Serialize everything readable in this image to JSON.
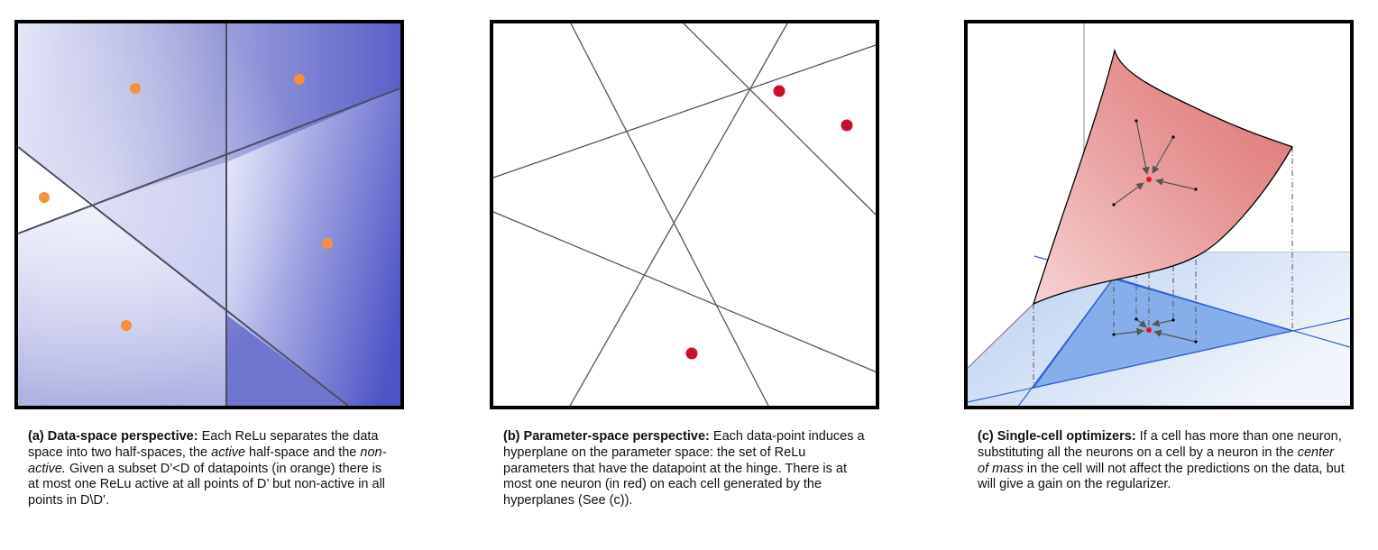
{
  "panels": {
    "a": {
      "caption_title": "(a) Data-space perspective:",
      "caption_parts": [
        {
          "text": " Each ReLu separates the data space into two half-spaces, the ",
          "style": "normal"
        },
        {
          "text": "active",
          "style": "italic"
        },
        {
          "text": " half-space and the ",
          "style": "normal"
        },
        {
          "text": "non-active.",
          "style": "italic"
        },
        {
          "text": " Given a subset D’<D of datapoints (in orange)  there is at most one ReLu active at all points of D’ but non-active in all points in D\\D’.",
          "style": "normal"
        }
      ],
      "point_color": "#f4913a"
    },
    "b": {
      "caption_title": "(b) Parameter-space perspective:",
      "caption_parts": [
        {
          "text": " Each data-point induces a hyperplane on the parameter space: the set of ReLu parameters that have the datapoint at the hinge. There is at most one neuron (in red)  on each cell generated by the hyperplanes (See (c)).",
          "style": "normal"
        }
      ],
      "point_color": "#c8102e"
    },
    "c": {
      "caption_title": "(c) Single-cell optimizers:",
      "caption_parts": [
        {
          "text": " If a cell has more than one neuron, substituting all the neurons on a cell by a neuron in the ",
          "style": "normal"
        },
        {
          "text": "center of mass",
          "style": "italic"
        },
        {
          "text": " in the cell will not affect the predictions on the data, but will give a gain on the regularizer.",
          "style": "normal"
        }
      ],
      "surface_color": "#e07a7a",
      "plane_color": "#7fa7e8"
    }
  }
}
